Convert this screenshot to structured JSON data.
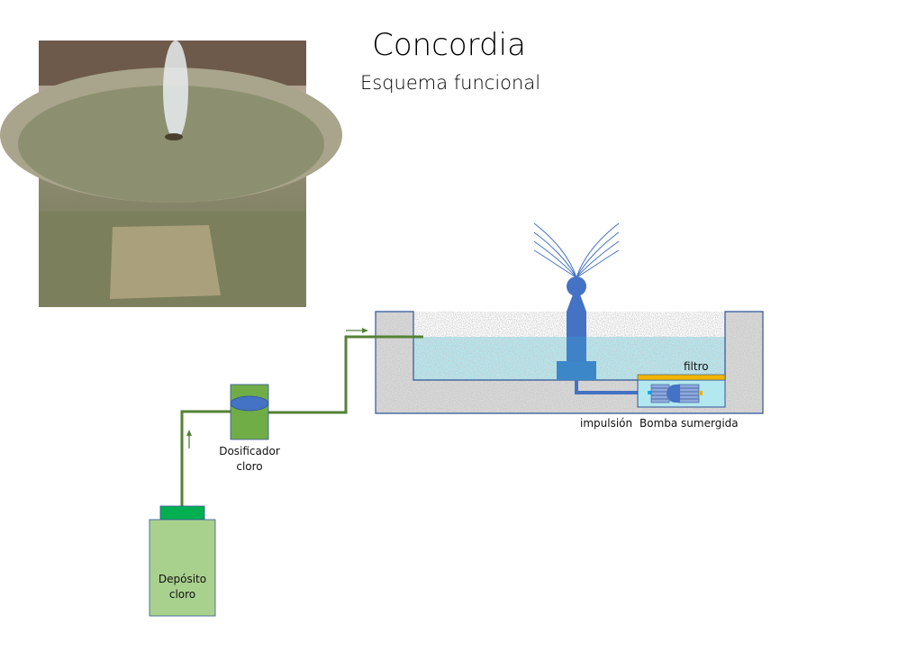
{
  "title": "Concordia",
  "subtitle": "Esquema funcional",
  "labels": {
    "filtro": "filtro",
    "impulsion": "impulsión",
    "bomba": "Bomba sumergida",
    "dosificador_1": "Dosificador",
    "dosificador_2": "cloro",
    "deposito_1": "Depósito",
    "deposito_2": "cloro"
  },
  "colors": {
    "pipe_green": "#548235",
    "water": "#b4e8f0",
    "blue": "#4472c4",
    "filter": "#f0b400",
    "tank": "#a9d18e",
    "cap": "#00b050",
    "dosifier": "#70ad47"
  }
}
